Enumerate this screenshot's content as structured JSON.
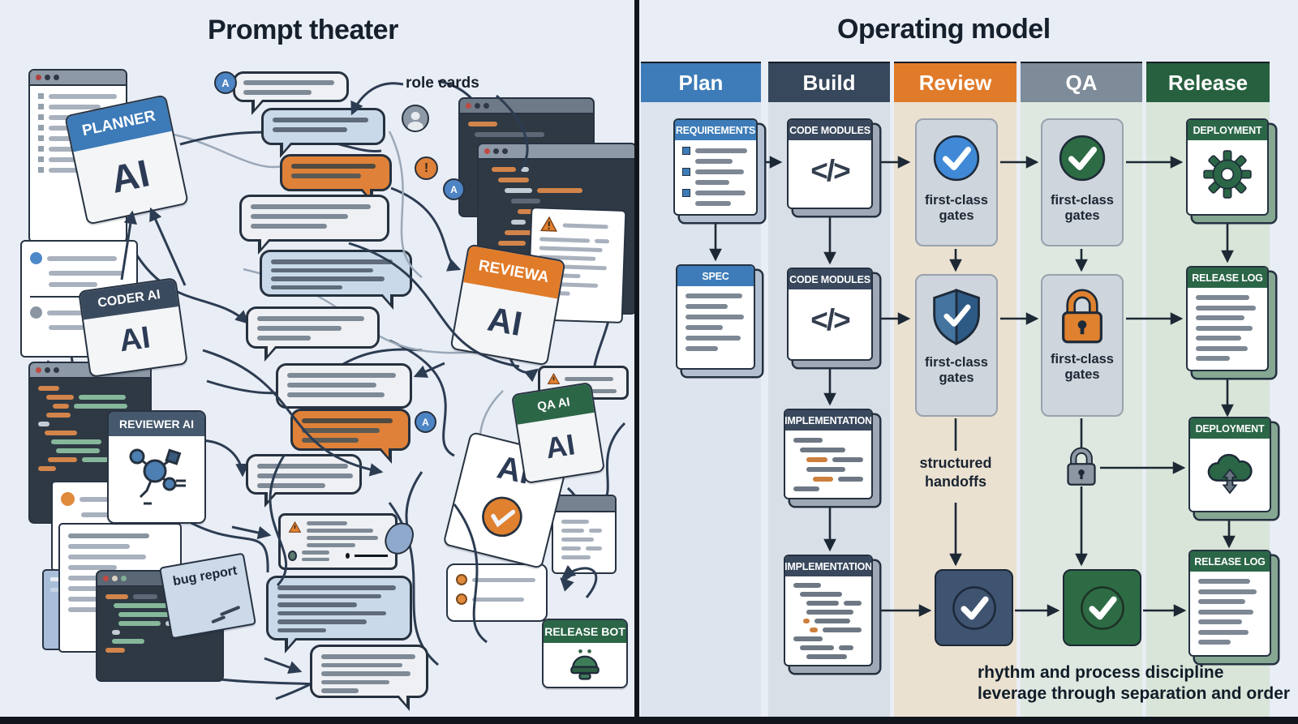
{
  "left": {
    "title": "Prompt theater",
    "annotation": "role cards",
    "avatar_letter": "A",
    "alert_mark": "!",
    "cards": {
      "planner": {
        "header": "PLANNER",
        "body": "AI"
      },
      "coder": {
        "header": "CODER AI",
        "body": "AI"
      },
      "reviewa": {
        "header": "REVIEWA",
        "body": "AI"
      },
      "reviewer": {
        "header": "REVIEWER AI"
      },
      "qa": {
        "header": "QA AI",
        "body": "AI"
      },
      "ai_overlay": {
        "body": "AI"
      },
      "bug_report": {
        "label": "bug report"
      },
      "release_bot": {
        "header": "RELEASE BOT"
      }
    }
  },
  "right": {
    "title": "Operating model",
    "columns": [
      {
        "label": "Plan",
        "color": "#3d7cb8",
        "tint": "#dde4ee"
      },
      {
        "label": "Build",
        "color": "#37475c",
        "tint": "#d9dfe7"
      },
      {
        "label": "Review",
        "color": "#e07b2a",
        "tint": "#eae1d1"
      },
      {
        "label": "QA",
        "color": "#7e8b99",
        "tint": "#dfe8e0"
      },
      {
        "label": "Release",
        "color": "#27603f",
        "tint": "#d8e5d8"
      }
    ],
    "icons": {
      "code_modules": "</>"
    },
    "docs": {
      "requirements": "REQUIREMENTS",
      "spec": "SPEC",
      "code_modules_1": "CODE MODULES",
      "code_modules_2": "CODE MODULES",
      "implementation_1": "IMPLEMENTATION",
      "implementation_2": "IMPLEMENTATION",
      "deployment_1": "DEPLOYMENT",
      "release_log_1": "RELEASE LOG",
      "deployment_2": "DEPLOYMENT",
      "release_log_2": "RELEASE LOG"
    },
    "gates": {
      "review_1": "first-class gates",
      "qa_1": "first-class gates",
      "review_2": "first-class gates",
      "qa_2": "first-class gates"
    },
    "handoffs": "structured handoffs",
    "caption_line1": "rhythm and process discipline",
    "caption_line2": "leverage through separation and order"
  }
}
